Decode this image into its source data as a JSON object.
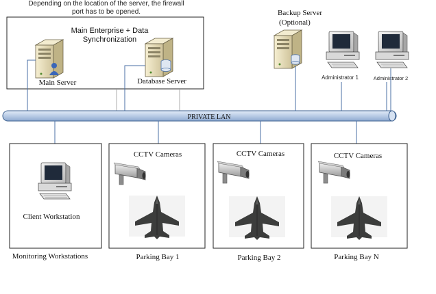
{
  "top_note": {
    "line1": "Depending on the location of the server, the firewall",
    "line2": "port has to be opened."
  },
  "enterprise_box": {
    "title_line1": "Main Enterprise + Data",
    "title_line2": "Synchronization",
    "main_server_label": "Main Server",
    "database_server_label": "Database Server"
  },
  "backup_server": {
    "label_line1": "Backup Server",
    "label_line2": "(Optional)"
  },
  "administrators": [
    {
      "label": "Administrator 1"
    },
    {
      "label": "Administrator 2"
    }
  ],
  "lan": {
    "label": "PRIVATE LAN"
  },
  "monitoring": {
    "workstation_label": "Client Workstation",
    "caption": "Monitoring Workstations"
  },
  "parking_bays": [
    {
      "cameras_label": "CCTV Cameras",
      "caption": "Parking Bay 1"
    },
    {
      "cameras_label": "CCTV Cameras",
      "caption": "Parking Bay 2"
    },
    {
      "cameras_label": "CCTV Cameras",
      "caption": "Parking Bay N"
    }
  ],
  "colors": {
    "lan_fill": "#b9cce6",
    "lan_stroke": "#3b5f8f",
    "line": "#4a6fa5",
    "box_stroke": "#222222",
    "jet": "#3c3d3c",
    "server_body": "#e9dfb8"
  }
}
